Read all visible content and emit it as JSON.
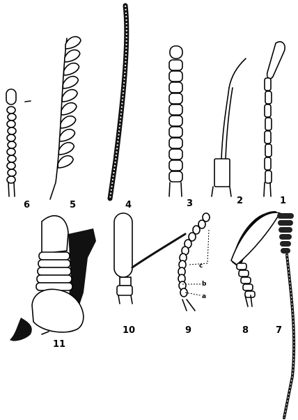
{
  "figure": {
    "labels": {
      "n1": "1",
      "n2": "2",
      "n3": "3",
      "n4": "4",
      "n5": "5",
      "n6": "6",
      "n7": "7",
      "n8": "8",
      "n9": "9",
      "n10": "10",
      "n11": "11",
      "seg_a": "a",
      "seg_b": "b",
      "seg_c": "c"
    }
  }
}
